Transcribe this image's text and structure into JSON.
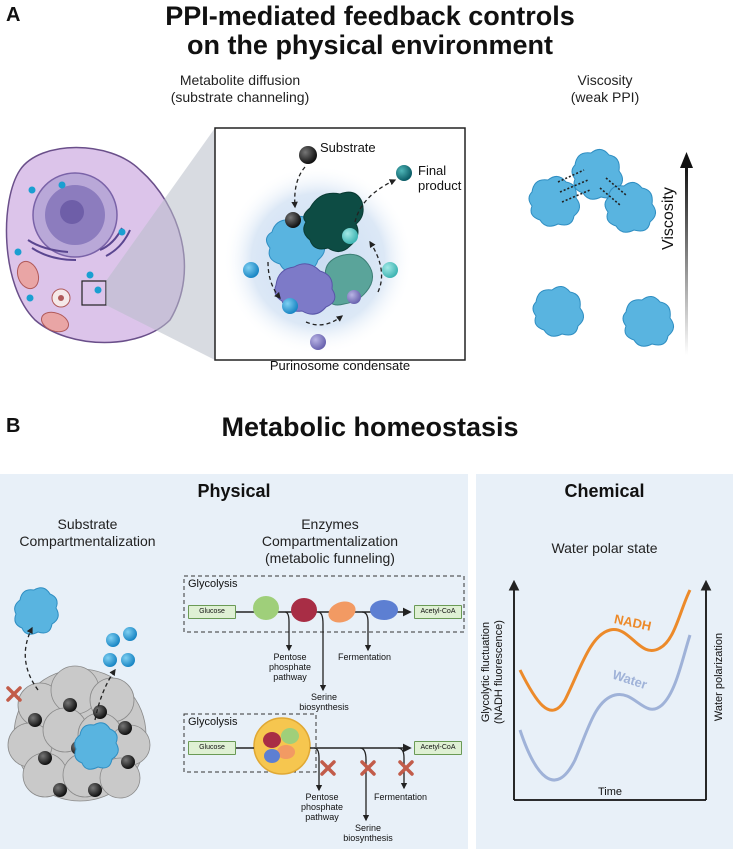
{
  "panel_a": {
    "letter": "A",
    "title_line1": "PPI-mediated feedback controls",
    "title_line2": "on the physical environment",
    "diffusion_line1": "Metabolite diffusion",
    "diffusion_line2": "(substrate channeling)",
    "viscosity_line1": "Viscosity",
    "viscosity_line2": "(weak PPI)",
    "substrate_label": "Substrate",
    "final_product_line1": "Final",
    "final_product_line2": "product",
    "condensate_label": "Purinosome condensate",
    "viscosity_axis": "Viscosity"
  },
  "panel_b": {
    "letter": "B",
    "title": "Metabolic homeostasis",
    "physical": {
      "header": "Physical",
      "substrate_line1": "Substrate",
      "substrate_line2": "Compartmentalization",
      "enzymes_line1": "Enzymes",
      "enzymes_line2": "Compartmentalization",
      "enzymes_line3": "(metabolic funneling)",
      "glycolysis": "Glycolysis",
      "glucose": "Glucose",
      "acetyl_coa": "Acetyl-CoA",
      "pentose_line1": "Pentose",
      "pentose_line2": "phosphate",
      "pentose_line3": "pathway",
      "fermentation": "Fermentation",
      "serine_line1": "Serine",
      "serine_line2": "biosynthesis"
    },
    "chemical": {
      "header": "Chemical",
      "subtitle": "Water polar state",
      "y_left_line1": "Glycolytic fluctuation",
      "y_left_line2": "(NADH fluorescence)",
      "y_right": "Water polarization",
      "x_label": "Time",
      "series": [
        {
          "name": "NADH",
          "color": "#ec8a2a"
        },
        {
          "name": "Water",
          "color": "#9fb2d8"
        }
      ]
    }
  },
  "colors": {
    "cell": "#dcc4ea",
    "nucleus": "#8c7cbe",
    "enzyme_blue": "#59b4e0",
    "dark_teal": "#0d4c44",
    "condensate_glow": "#d7e6f6",
    "panel_bg": "#e8f0f8",
    "red_x": "#c25c4a"
  }
}
